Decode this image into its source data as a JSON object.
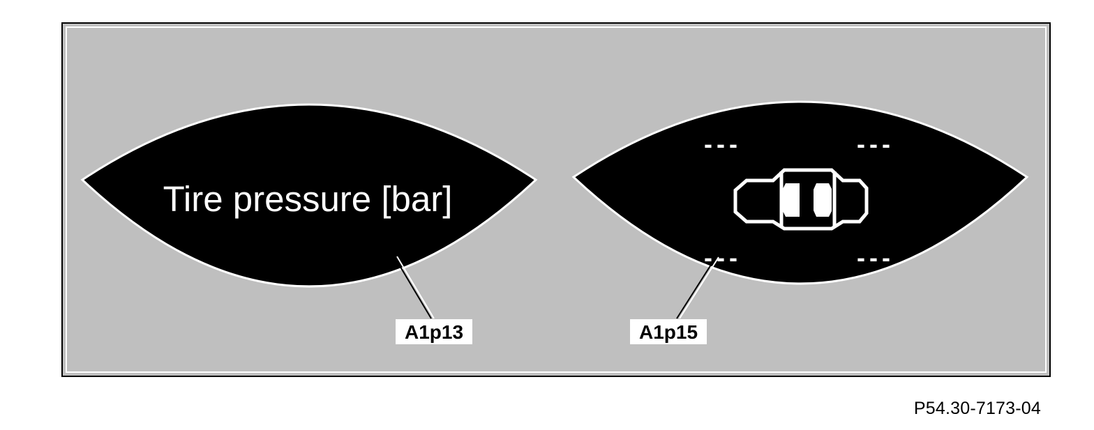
{
  "colors": {
    "background": "#ffffff",
    "panel_fill": "#bfbfbf",
    "panel_border": "#000000",
    "display_fill": "#000000",
    "display_outline": "#ffffff",
    "display_text": "#ffffff",
    "label_box": "#ffffff",
    "label_text": "#000000"
  },
  "left_display": {
    "text": "Tire pressure [bar]",
    "callout_label": "A1p13"
  },
  "right_display": {
    "callout_label": "A1p15",
    "tire_values": {
      "front_left": "---",
      "front_right": "---",
      "rear_left": "---",
      "rear_right": "---"
    },
    "icon": "vehicle-top-view-icon"
  },
  "reference_code": "P54.30-7173-04"
}
